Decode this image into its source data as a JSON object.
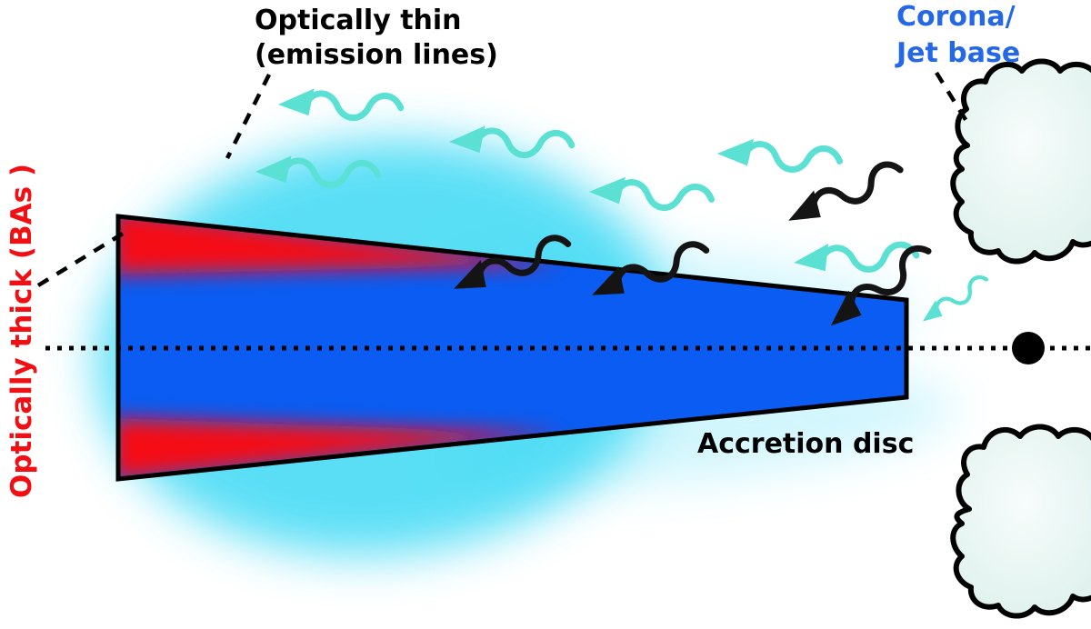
{
  "figure": {
    "labels": {
      "optically_thin_1": "Optically thin",
      "optically_thin_2": "(emission lines)",
      "corona_1": "Corona/",
      "corona_2": "Jet base",
      "optically_thick": "Optically thick (BAs )",
      "accretion_disc": "Accretion disc"
    },
    "colors": {
      "disc_blue": "#0a5cf2",
      "disc_hot_edge_red": "#f50812",
      "glow_cyan": "#3ed9f4",
      "photon_cyan": "#5be0d4",
      "photon_black": "#141414",
      "corona_label_blue": "#2468e8",
      "thick_label_red": "#f01014",
      "cloud_center": "#f7fcfb",
      "cloud_edge": "#d9efe9",
      "outline": "#000000"
    },
    "counts": {
      "cyan_photon_arrows": 7,
      "black_photon_arrows": 4
    }
  }
}
